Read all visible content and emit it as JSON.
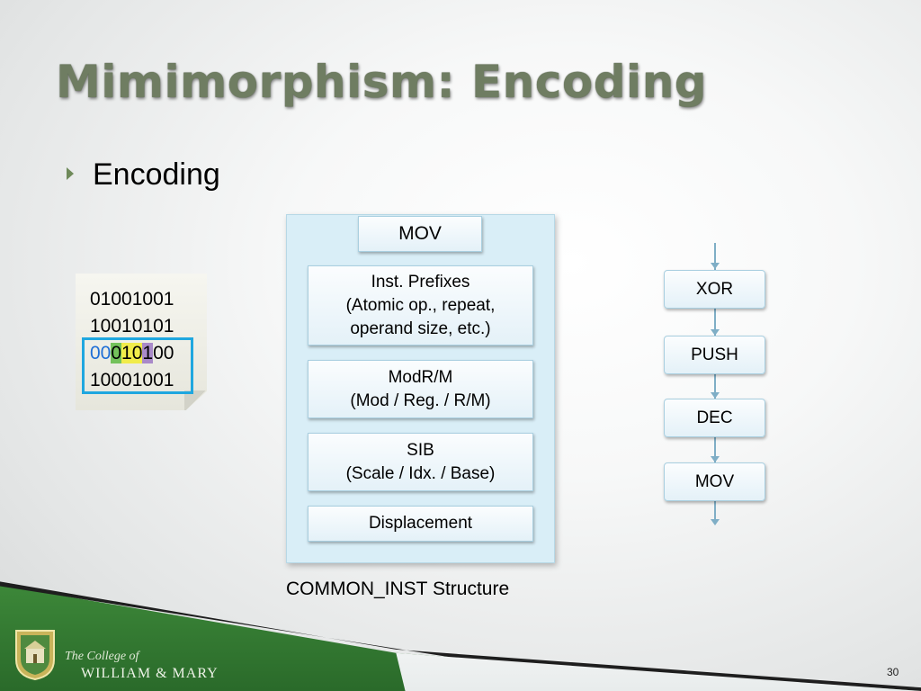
{
  "slide": {
    "title": "Mimimorphism: Encoding",
    "bullet": "Encoding",
    "page_number": "30"
  },
  "binary": {
    "lines": [
      "01001001",
      "10010101",
      "00010100",
      "10001001"
    ],
    "highlight_segments": [
      {
        "text": "00",
        "style": "blue-text"
      },
      {
        "text": "0",
        "style": "green"
      },
      {
        "text": "10",
        "style": "yellow"
      },
      {
        "text": "1",
        "style": "purple"
      },
      {
        "text": "00",
        "style": "plain"
      }
    ]
  },
  "structure": {
    "header": "MOV",
    "fields": [
      "Inst. Prefixes\n(Atomic op., repeat,\noperand size, etc.)",
      "ModR/M\n(Mod / Reg. / R/M)",
      "SIB\n(Scale / Idx. / Base)",
      "Displacement"
    ],
    "caption": "COMMON_INST Structure"
  },
  "chain": {
    "items": [
      "XOR",
      "PUSH",
      "DEC",
      "MOV"
    ]
  },
  "footer": {
    "line1": "The College of",
    "line2": "WILLIAM & MARY"
  },
  "colors": {
    "title": "#6f7d62",
    "highlight_border": "#1fa7df",
    "box_border": "#a9cfe0",
    "footer_green": "#3e8a3a"
  }
}
